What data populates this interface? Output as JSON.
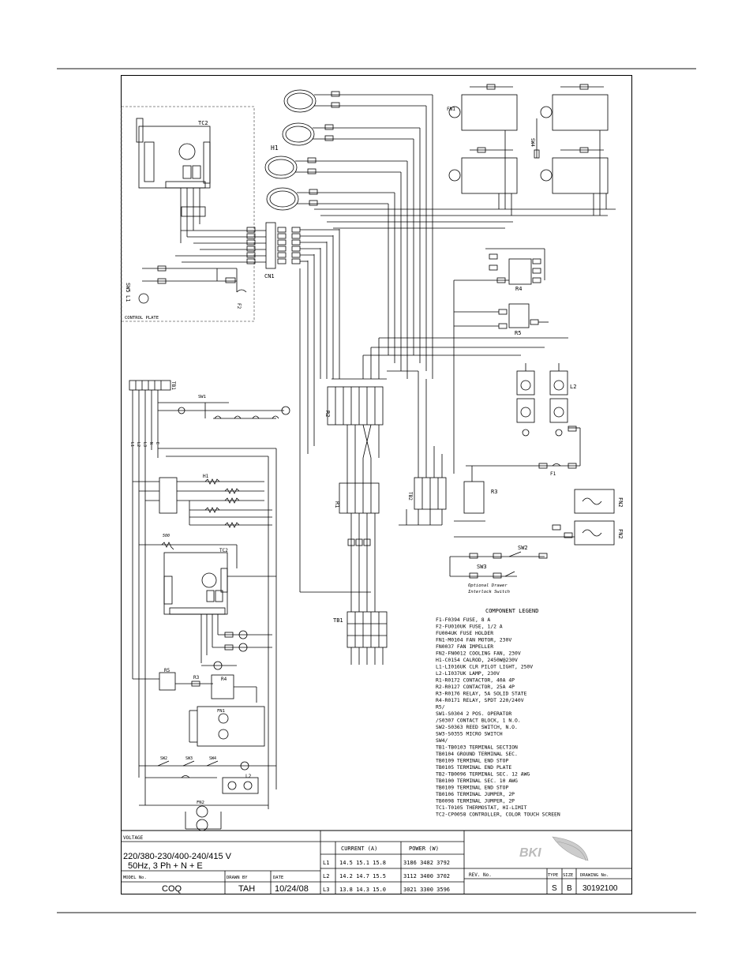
{
  "labels": {
    "tc2": "TC2",
    "h1_top": "H1",
    "cn1": "CN1",
    "control_plate": "CONTROL PLATE",
    "sw5": "SW5",
    "l1_left": "L1",
    "sw4": "SW4",
    "fn1": "FN1",
    "r4": "R4",
    "r5": "R5",
    "l2": "L2",
    "r2": "R2",
    "r1": "R1",
    "r3": "R3",
    "f1": "F1",
    "fn2a": "FN2",
    "fn2b": "FN2",
    "sw2": "SW2",
    "sw3": "SW3",
    "drawer_note_1": "Optional Drawer",
    "drawer_note_2": "Interlock Switch",
    "tb1_top": "TB1",
    "tb1_bottom": "TB1",
    "tb2": "TB2",
    "sw1": "SW1",
    "h1_left": "H1",
    "tc2_left": "TC2",
    "r5_left": "R5",
    "r3_left": "R3",
    "r4_left": "R4",
    "fn1_left": "FN1",
    "l2_left": "L2",
    "fn2_left": "FN2",
    "l1_bus": "L1",
    "l2_bus": "L2",
    "l3_bus": "L3",
    "n_bus": "N",
    "e_bus": "E",
    "res500": "500",
    "sw2_left": "SW2",
    "sw3_left": "SW3",
    "sw4_left": "SW4",
    "f2": "F2"
  },
  "legend": {
    "title": "COMPONENT LEGEND",
    "lines": [
      "F1-F0394   FUSE, 8 A",
      "F2-FU010UK FUSE, 1/2 A",
      "   FU004UK FUSE HOLDER",
      "FN1-M0104 FAN MOTOR, 230V",
      "    FN0037 FAN IMPELLER",
      "FN2-FN0012 COOLING FAN, 230V",
      "H1-C0154 CALROD, 2450W@230V",
      "L1-LI016UK CLR PILOT LIGHT, 250V",
      "L2-LI037UK LAMP, 230V",
      "R1-R0172 CONTACTOR, 40A 4P",
      "R2-R0127 CONTACTOR, 25A 4P",
      "R3-R0176 RELAY, 5A SOLID STATE",
      "R4-R0171 RELAY, SPDT 220/240V",
      "R5/",
      "SW1-S0304 2 POS. OPERATOR",
      "   /S0307 CONTACT BLOCK, 1 N.O.",
      "SW2-S0363 REED SWITCH, N.O.",
      "SW3-S0355 MICRO SWITCH",
      "SW4/",
      "TB1-TB0103 TERMINAL SECTION",
      "    TB0104 GROUND TERMINAL SEC.",
      "    TB0109 TERMINAL END STOP",
      "    TB0105 TERMINAL END PLATE",
      "TB2-TB0096 TERMINAL SEC. 12 AWG",
      "    TB0100 TERMINAL SEC. 10 AWG",
      "    TB0109 TERMINAL END STOP",
      "    TB0106 TERMINAL JUMPER, 2P",
      "    TB0098 TERMINAL JUMPER, 2P",
      "TC1-T0105 THERMOSTAT, HI-LIMIT",
      "TC2-CP0058 CONTROLLER, COLOR TOUCH SCREEN"
    ]
  },
  "titleblock": {
    "voltage_label": "VOLTAGE",
    "voltage_value": "220/380-230/400-240/415 V",
    "voltage_sub": "50Hz, 3 Ph + N + E",
    "model_label": "MODEL No.",
    "model_value": "COQ",
    "drawn_label": "DRAWN BY",
    "drawn_value": "TAH",
    "date_label": "DATE",
    "date_value": "10/24/08",
    "current_label": "CURRENT (A)",
    "power_label": "POWER (W)",
    "rows": [
      {
        "line": "L1",
        "current": "14.5  15.1  15.8",
        "power": "3186  3482  3792"
      },
      {
        "line": "L2",
        "current": "14.2  14.7  15.5",
        "power": "3112  3400  3702"
      },
      {
        "line": "L3",
        "current": "13.8  14.3  15.0",
        "power": "3021  3300  3596"
      }
    ],
    "logo": "BKI",
    "rev_label": "REV. No.",
    "type_label": "TYPE",
    "size_label": "SIZE",
    "drawing_label": "DRAWING  No.",
    "type_value": "S",
    "size_value": "B",
    "drawing_value": "30192100"
  }
}
